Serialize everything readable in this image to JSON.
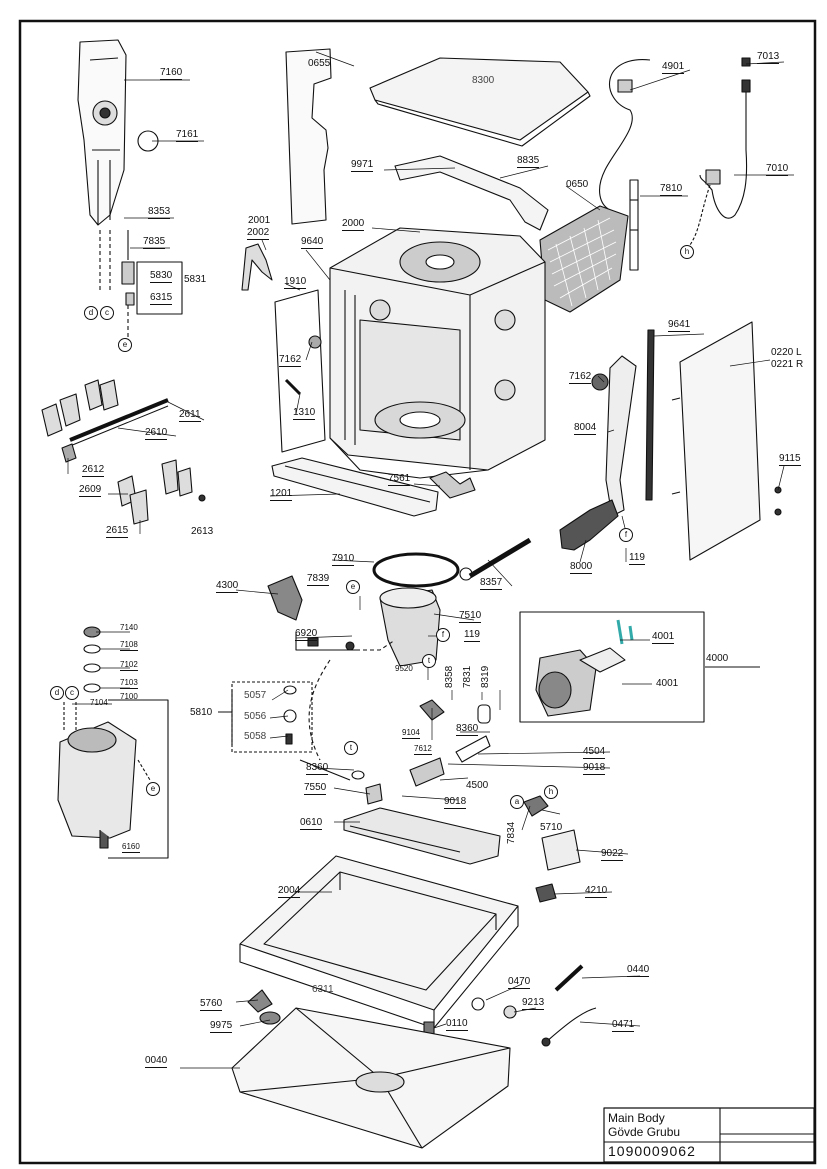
{
  "drawing": {
    "title_block": {
      "line1": "Main Body",
      "line2": "Gövde Grubu",
      "part_number": "1090009062"
    },
    "part_labels": [
      "7160",
      "7161",
      "8353",
      "7835",
      "5830",
      "5831",
      "6315",
      "0655",
      "9971",
      "8835",
      "8300",
      "4901",
      "7013",
      "7010",
      "7810",
      "0650",
      "2001",
      "2002",
      "9640",
      "2000",
      "1910",
      "7162",
      "1310",
      "2611",
      "2610",
      "2612",
      "2609",
      "2615",
      "2613",
      "1201",
      "7561",
      "9641",
      "0220 L",
      "0221 R",
      "7162",
      "8004",
      "9115",
      "8000",
      "119",
      "7910",
      "7839",
      "8357",
      "4300",
      "7510",
      "119",
      "6920",
      "9520",
      "8358",
      "7831",
      "8319",
      "4000",
      "4001",
      "4001",
      "7140",
      "7108",
      "7102",
      "7103",
      "7100",
      "7104",
      "6160",
      "5810",
      "5057",
      "5056",
      "5058",
      "9104",
      "8360",
      "7612",
      "4504",
      "9018",
      "4500",
      "8360",
      "7550",
      "9018",
      "0610",
      "7834",
      "5710",
      "9022",
      "2004",
      "4210",
      "0470",
      "0440",
      "6311",
      "9213",
      "5760",
      "9975",
      "0110",
      "0471",
      "0040"
    ],
    "connector_letters": [
      "d",
      "c",
      "e",
      "h",
      "e",
      "f",
      "t",
      "t",
      "f",
      "d",
      "c",
      "e",
      "a",
      "h"
    ]
  }
}
